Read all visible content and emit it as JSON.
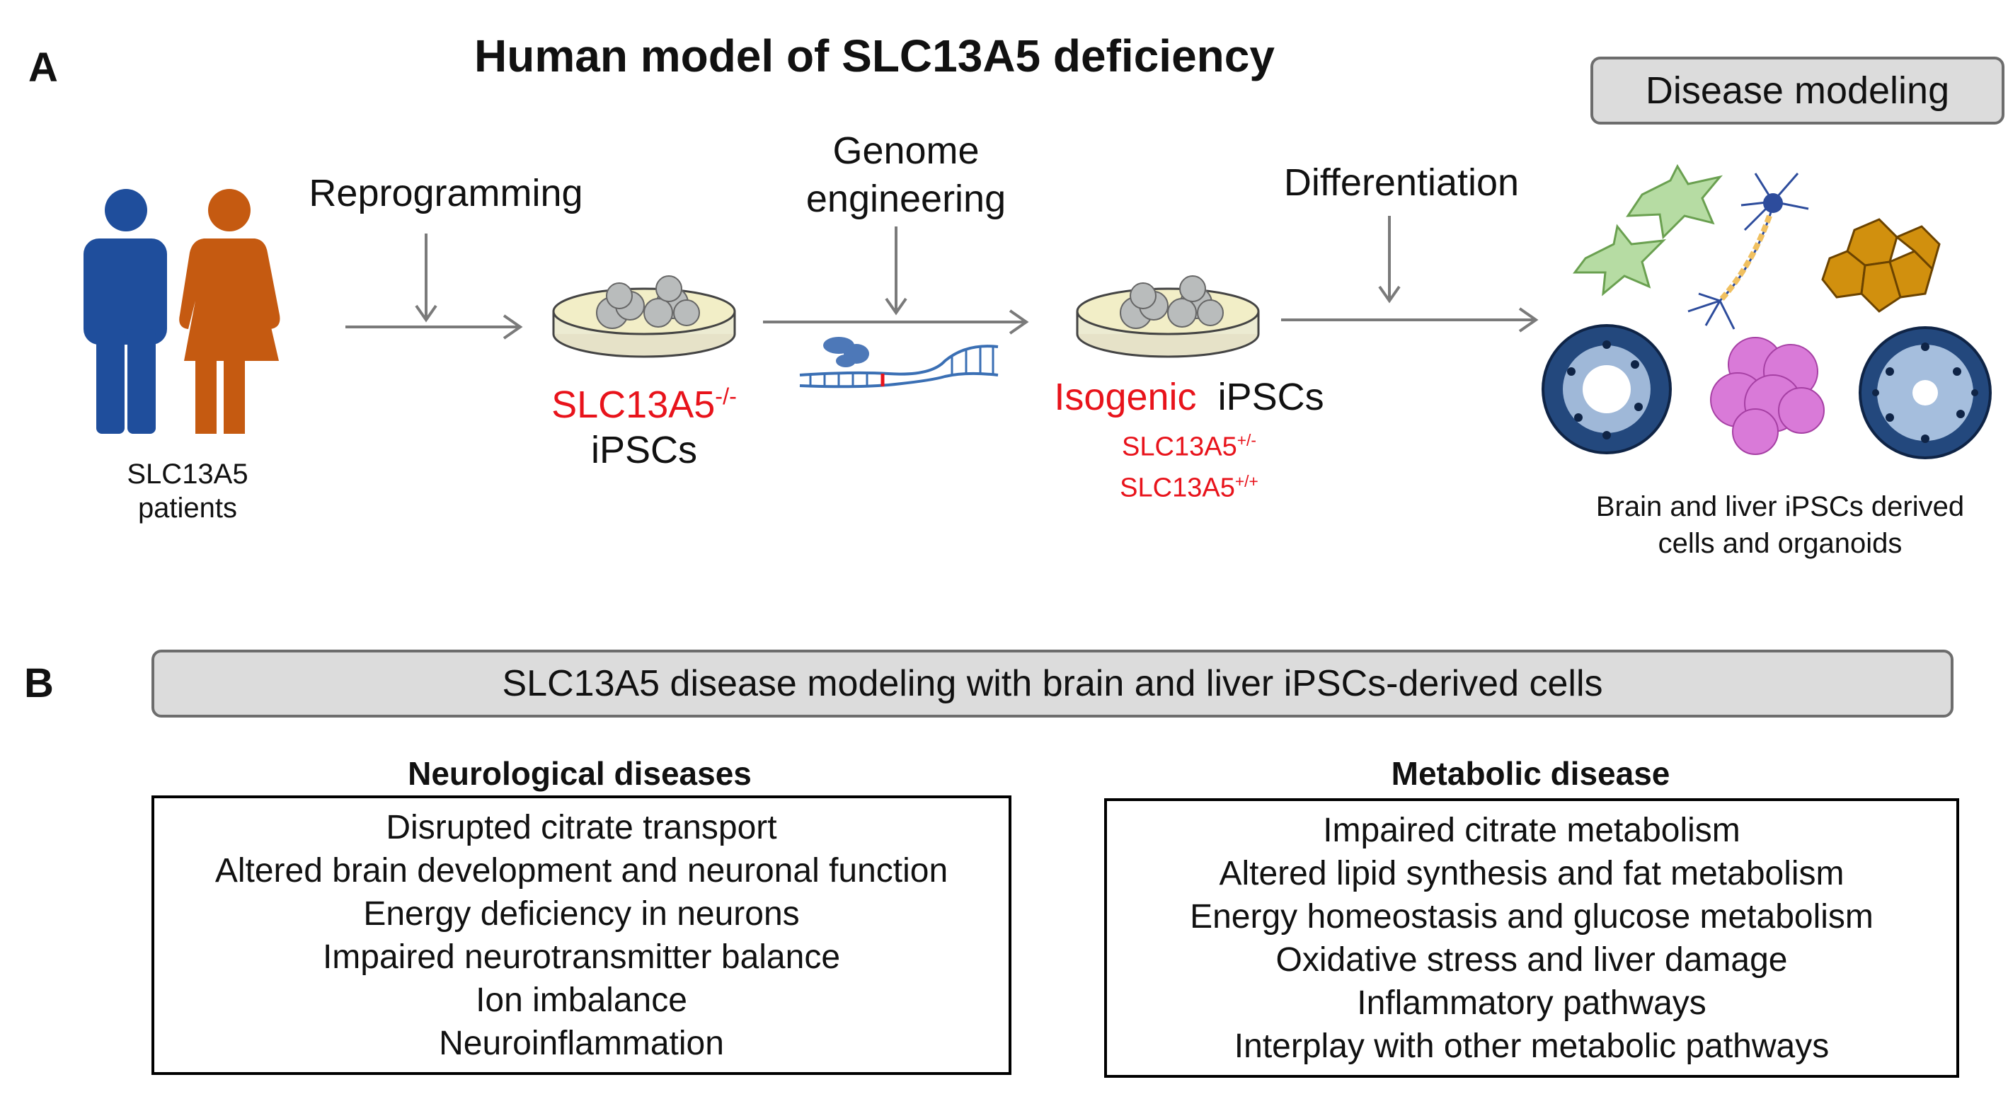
{
  "panel_a": {
    "label": "A",
    "title": "Human model of SLC13A5 deficiency",
    "patients_label_line1": "SLC13A5",
    "patients_label_line2": "patients",
    "step_reprogramming": "Reprogramming",
    "step_genome_line1": "Genome",
    "step_genome_line2": "engineering",
    "step_differentiation": "Differentiation",
    "patient_ipsc_gene": "SLC13A5",
    "patient_ipsc_sup": "-/-",
    "patient_ipsc_label": "iPSCs",
    "isogenic_word": "Isogenic",
    "isogenic_ipsc_label": "iPSCs",
    "isogenic_line1_gene": "SLC13A5",
    "isogenic_line1_sup": "+/-",
    "isogenic_line2_gene": "SLC13A5",
    "isogenic_line2_sup": "+/+",
    "disease_modeling": "Disease modeling",
    "derived_line1": "Brain and liver iPSCs derived",
    "derived_line2": "cells and organoids",
    "colors": {
      "male": "#1f4e9c",
      "female": "#c55a11",
      "accent_red": "#e8131b"
    }
  },
  "panel_b": {
    "label": "B",
    "banner": "SLC13A5 disease modeling with brain and liver iPSCs-derived cells",
    "neuro": {
      "heading": "Neurological diseases",
      "items": [
        "Disrupted citrate transport",
        "Altered brain development and neuronal function",
        "Energy deficiency in neurons",
        "Impaired neurotransmitter balance",
        "Ion imbalance",
        "Neuroinflammation"
      ]
    },
    "metabolic": {
      "heading": "Metabolic disease",
      "items": [
        "Impaired citrate metabolism",
        "Altered lipid synthesis and fat metabolism",
        "Energy homeostasis and glucose metabolism",
        "Oxidative stress and liver damage",
        "Inflammatory pathways",
        "Interplay with other metabolic pathways"
      ]
    }
  }
}
